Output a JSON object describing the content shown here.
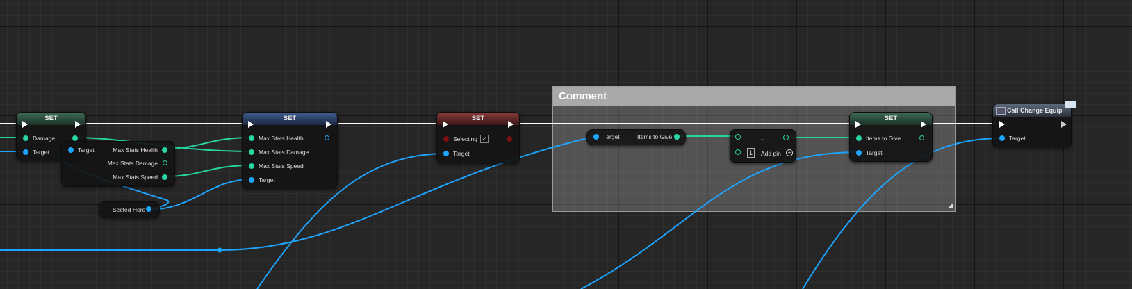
{
  "comment": {
    "title": "Comment"
  },
  "nodes": {
    "set_damage": {
      "title": "SET",
      "pins": {
        "damage": "Damage",
        "target": "Target"
      }
    },
    "get_max_stats": {
      "pins": {
        "target": "Target",
        "health": "Max Stats Health",
        "damage": "Max Stats Damage",
        "speed": "Max Stats Speed"
      }
    },
    "selected_hero": {
      "label": "Sected Hero"
    },
    "set_max_stats": {
      "title": "SET",
      "pins": {
        "health": "Max Stats Health",
        "damage": "Max Stats Damage",
        "speed": "Max Stats Speed",
        "target": "Target"
      }
    },
    "set_selecting": {
      "title": "SET",
      "pins": {
        "selecting": "Selecting",
        "target": "Target"
      },
      "selecting_checked": "✓"
    },
    "get_items": {
      "pins": {
        "target": "Target",
        "items": "Items to Give"
      }
    },
    "minus": {
      "op": "-",
      "index": "1",
      "add_pin": "Add pin",
      "add_icon": "+"
    },
    "set_items": {
      "title": "SET",
      "pins": {
        "items": "Items to Give",
        "target": "Target"
      }
    },
    "call_change_equip": {
      "title": "Call Change Equip",
      "pins": {
        "target": "Target"
      }
    }
  },
  "colors": {
    "exec": "#ffffff",
    "int_pin": "#27d6a2",
    "object_pin": "#1ea5ff",
    "bool_pin": "#7a1010"
  },
  "icons": {
    "function": "function-icon",
    "event": "message-icon"
  }
}
